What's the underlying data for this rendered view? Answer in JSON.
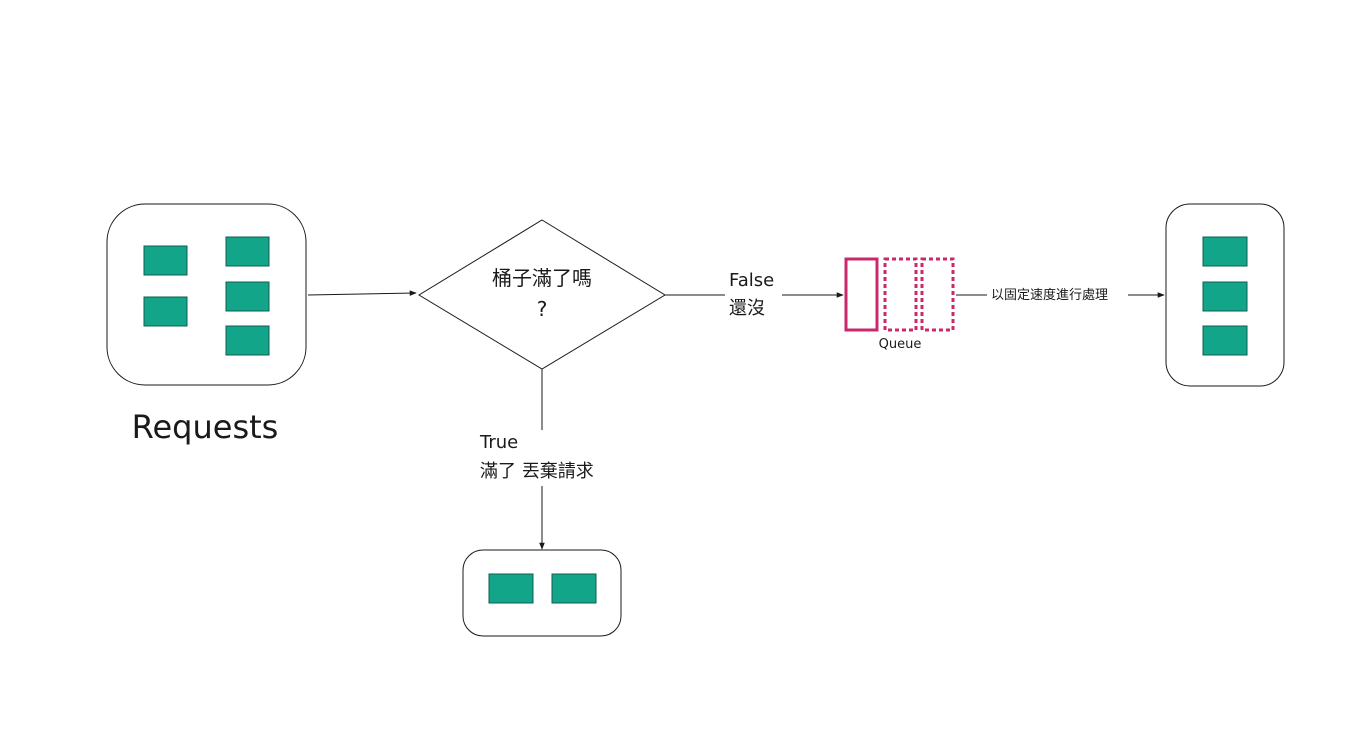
{
  "colors": {
    "request_block": "#12a58a",
    "request_block_border": "#0f5f50",
    "queue": "#c9286a",
    "stroke": "#1a1a1a",
    "background": "#ffffff"
  },
  "nodes": {
    "requests": {
      "label": "Requests",
      "block_count": 5
    },
    "decision": {
      "line1": "桶子滿了嗎",
      "line2": "?"
    },
    "queue": {
      "label": "Queue",
      "slot_count": 3
    },
    "processed": {
      "block_count": 3
    },
    "discarded": {
      "block_count": 2
    }
  },
  "edges": {
    "false_branch": {
      "line1": "False",
      "line2": "還沒"
    },
    "true_branch": {
      "line1": "True",
      "line2": "滿了 丟棄請求"
    },
    "process_rate": {
      "label": "以固定速度進行處理"
    }
  }
}
